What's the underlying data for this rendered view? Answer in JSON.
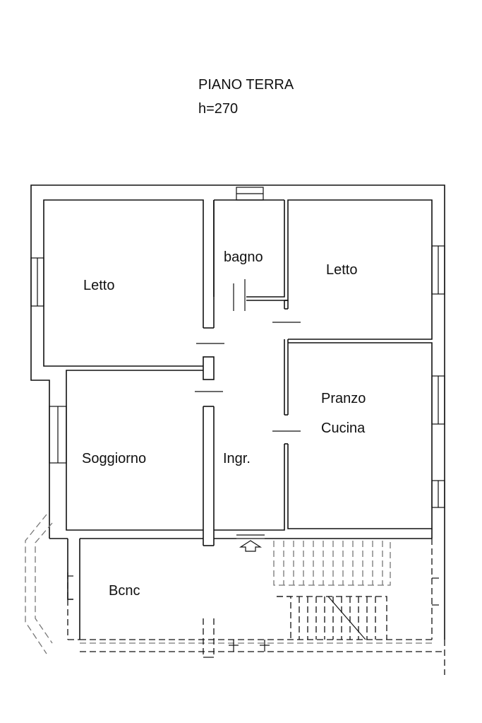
{
  "header": {
    "floor_name": "PIANO TERRA",
    "height_label": "h=270"
  },
  "rooms": {
    "letto_left": "Letto",
    "bagno": "bagno",
    "letto_right": "Letto",
    "pranzo": "Pranzo",
    "cucina": "Cucina",
    "soggiorno": "Soggiorno",
    "ingresso": "Ingr.",
    "balcone": "Bcnc"
  }
}
